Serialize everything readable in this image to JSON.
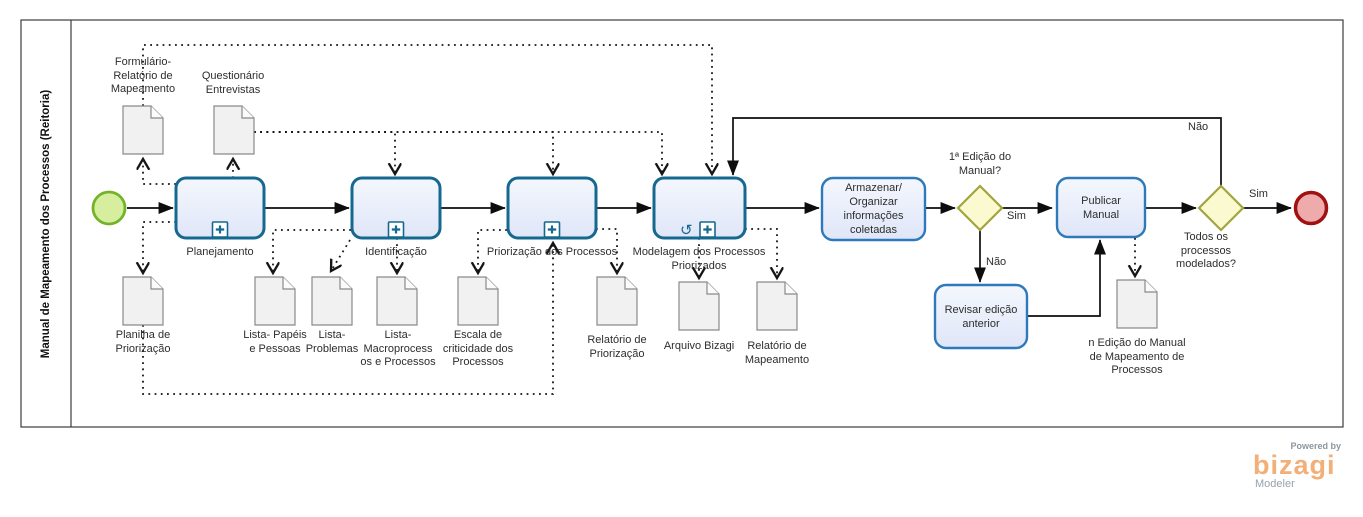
{
  "pool": {
    "title": "Manual de Mapeamento dos Processos (Reitoria)"
  },
  "tasks": {
    "planejamento": "Planejamento",
    "identificacao": "Identificação",
    "priorizacao": "Priorização dos Processos",
    "modelagem": "Modelagem dos Processos\nPriorizados",
    "armazenar": "Armazenar/ Organizar\ninformações coletadas",
    "publicar": "Publicar\nManual",
    "revisar": "Revisar edição\nanterior"
  },
  "documents": {
    "formulario": "Formulário-\nRelatório de\nMapeamento",
    "questionario": "Questionário\nEntrevistas",
    "planilha": "Planilha de\nPriorização",
    "lista_papeis": "Lista- Papéis\ne Pessoas",
    "lista_problemas": "Lista-\nProblemas",
    "lista_macro": "Lista-\nMacroprocess\nos e Processos",
    "escala": "Escala de\ncriticidade dos\nProcessos",
    "rel_priorizacao": "Relatório de\nPriorização",
    "arquivo_bizagi": "Arquivo Bizagi",
    "rel_mapeamento": "Relatório de\nMapeamento",
    "n_edicao": "n Edição do Manual\nde Mapeamento de\nProcessos"
  },
  "gateways": {
    "primeira_edicao": "1ª Edição do\nManual?",
    "todos_modelados": "Todos os\nprocessos\nmodelados?"
  },
  "flow_labels": {
    "sim1": "Sim",
    "nao1": "Não",
    "sim2": "Sim",
    "nao2": "Não"
  },
  "icons": {
    "loop": "↺",
    "subprocess_plus": "+"
  },
  "branding": {
    "powered_by": "Powered by",
    "brand": "bizagi",
    "product": "Modeler"
  },
  "colors": {
    "subprocess_border": "#15688f",
    "task_border": "#2e79b9",
    "task_fill": "#e8edfa",
    "gateway_border": "#a2a43e",
    "gateway_fill": "#fbf9d0",
    "start_border": "#72b32a",
    "start_fill": "#d6ee9e",
    "end_border": "#a01212",
    "end_fill": "#efabab",
    "document_fill": "#f1f1f2",
    "document_border": "#8a8a8a",
    "brand_orange": "#f2b078"
  }
}
